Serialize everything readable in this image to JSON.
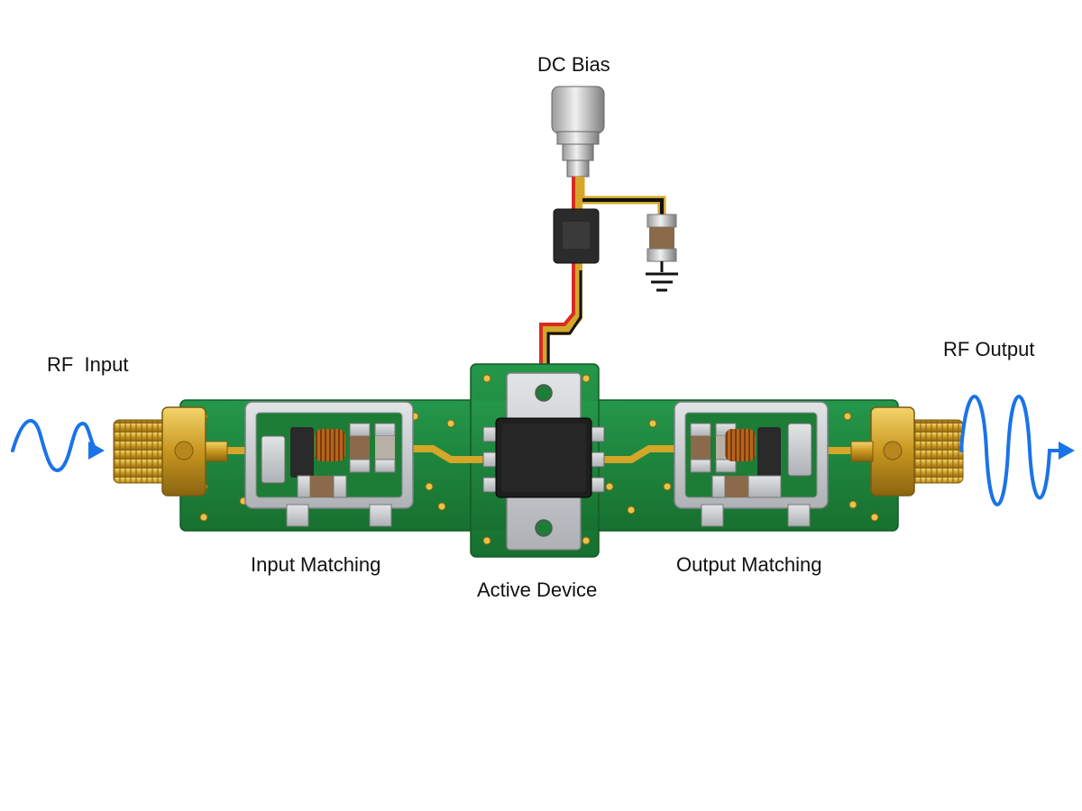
{
  "labels": {
    "dc_bias": "DC Bias",
    "rf_input": "RF  Input",
    "rf_output": "RF Output",
    "input_matching": "Input Matching",
    "active_device": "Active Device",
    "output_matching": "Output Matching"
  },
  "icons": {
    "input_signal": "sine-wave-arrow-icon",
    "output_signal": "sine-wave-arrow-icon",
    "ground": "ground-icon"
  },
  "colors": {
    "pcb": "#1f8a3c",
    "trace": "#d4a62a",
    "signal": "#1a73e8",
    "bias_wire": "#d62d20",
    "shield": "#c9ccd0"
  }
}
